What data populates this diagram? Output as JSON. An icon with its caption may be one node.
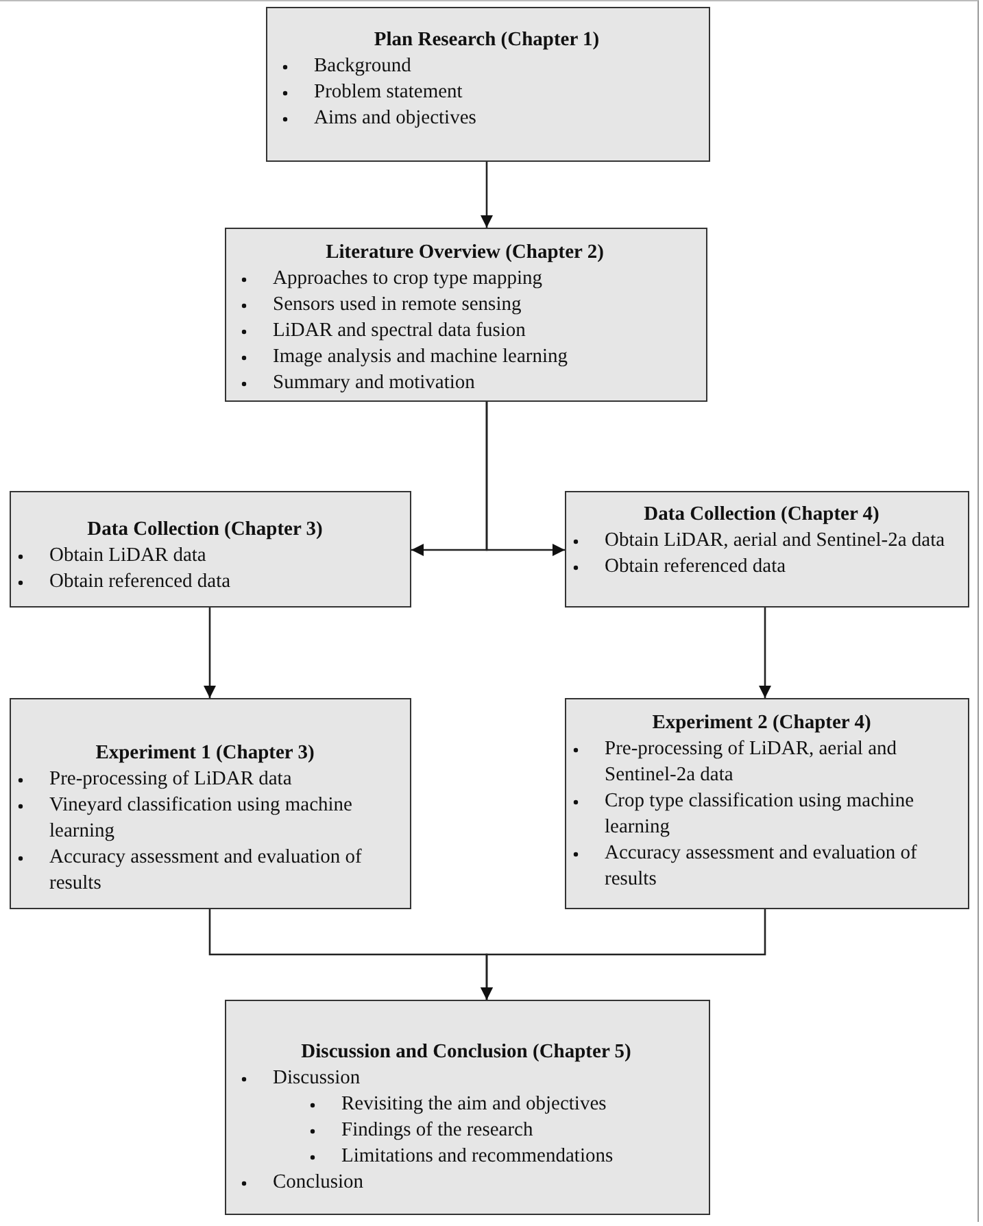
{
  "diagram": {
    "nodes": [
      {
        "text": [
          "Plan Research (Chapter 1)",
          "Background",
          "Problem statement",
          "Aims and objectives"
        ]
      },
      {
        "text": [
          "Literature Overview (Chapter 2)",
          "Approaches to crop type mapping",
          "Sensors used in remote sensing",
          "LiDAR and spectral data fusion",
          "Image analysis and machine learning",
          "Summary and motivation"
        ]
      },
      {
        "text": [
          "Data Collection (Chapter 3)",
          "Obtain LiDAR data",
          "Obtain referenced data"
        ]
      },
      {
        "text": [
          "Data Collection (Chapter 4)",
          "Obtain LiDAR, aerial and Sentinel-2a data",
          "Obtain referenced data"
        ]
      },
      {
        "text": [
          "Experiment 1 (Chapter 3)",
          "Pre-processing of LiDAR data",
          "Vineyard classification using machine learning",
          "Accuracy assessment and evaluation of results"
        ]
      },
      {
        "text": [
          "Experiment 2 (Chapter 4)",
          "Pre-processing of LiDAR, aerial and Sentinel-2a data",
          "Crop type classification using machine learning",
          "Accuracy assessment and evaluation of results"
        ]
      },
      {
        "text": [
          "Discussion and Conclusion (Chapter 5)",
          "Discussion",
          "Revisiting the aim and objectives",
          "Findings of the research",
          "Limitations and recommendations",
          "Conclusion"
        ]
      }
    ],
    "edges": [
      {
        "from": 0,
        "to": 1,
        "arrow": "to"
      },
      {
        "from": 1,
        "to": 2,
        "arrow": "to"
      },
      {
        "from": 1,
        "to": 3,
        "arrow": "to"
      },
      {
        "from": 2,
        "to": 4,
        "arrow": "to"
      },
      {
        "from": 3,
        "to": 5,
        "arrow": "to"
      },
      {
        "from": 4,
        "to": 6,
        "arrow": "to"
      },
      {
        "from": 5,
        "to": 6,
        "arrow": "to"
      }
    ]
  }
}
